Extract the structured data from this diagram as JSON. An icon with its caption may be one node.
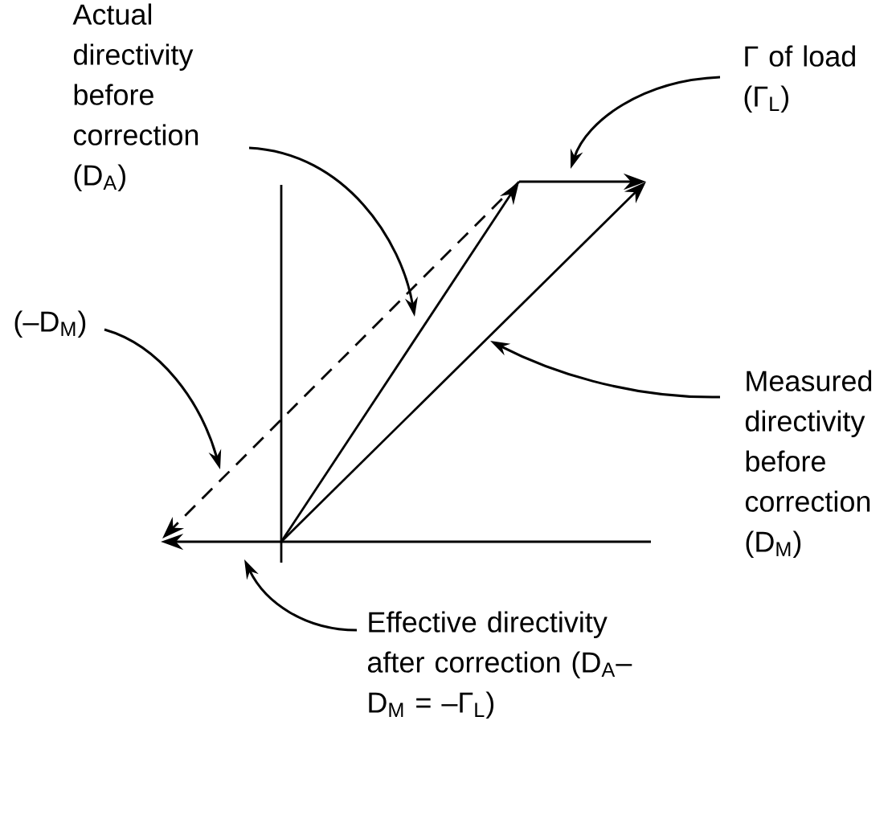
{
  "diagram": {
    "nodes": [
      {
        "text": [
          "Actual directivity before correction (D$_{A}$)"
        ]
      },
      {
        "text": [
          "Γ of load (Γ$_{L}$)"
        ]
      },
      {
        "text": [
          "(–D$_{M}$)"
        ]
      },
      {
        "text": [
          "Measured directivity before correction (D$_{M}$)"
        ]
      },
      {
        "text": [
          "Effective directivity after correction (D$_{A}$–D$_{M}$ = –Γ$_{L}$)"
        ]
      }
    ],
    "edges": [
      {
        "from": 0,
        "to": null,
        "arrow": "to"
      },
      {
        "from": 1,
        "to": null,
        "arrow": "to"
      },
      {
        "from": 2,
        "to": null,
        "arrow": "to"
      },
      {
        "from": 3,
        "to": null,
        "arrow": "to"
      },
      {
        "from": 4,
        "to": null,
        "arrow": "to"
      }
    ]
  }
}
